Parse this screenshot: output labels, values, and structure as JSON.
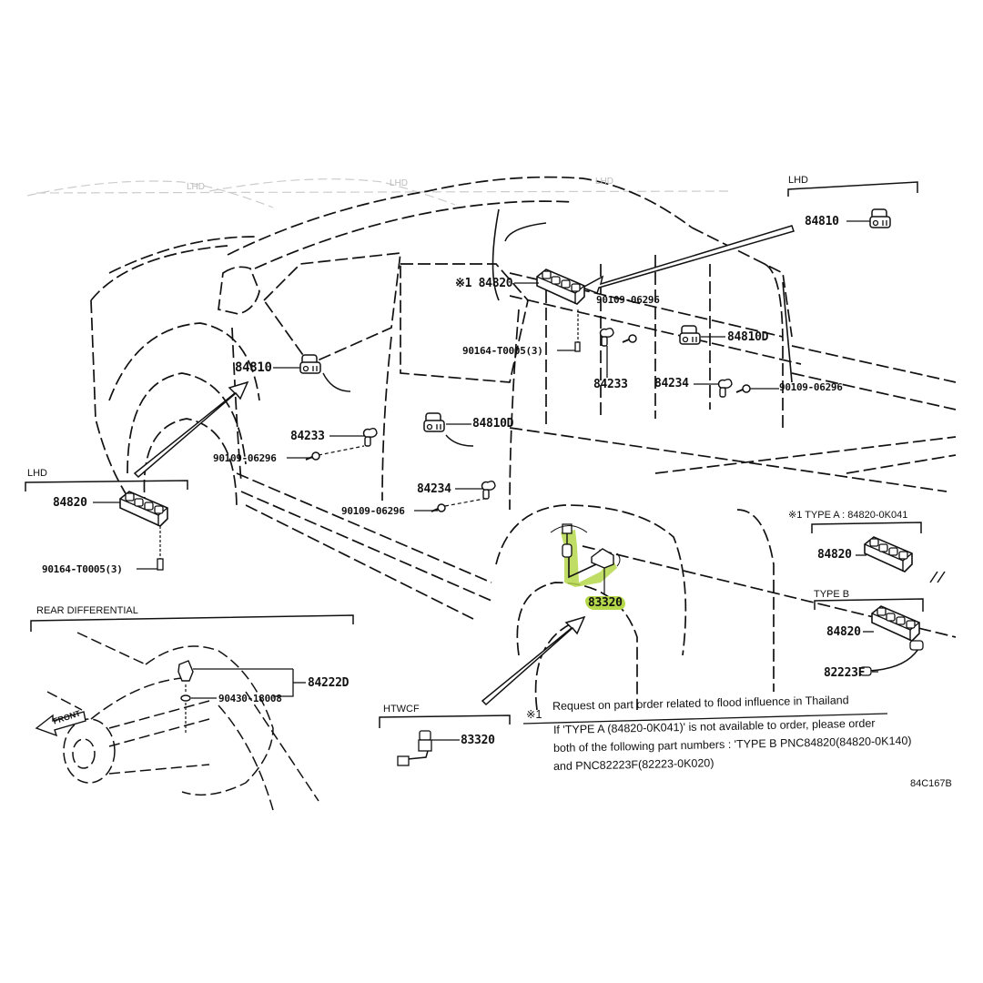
{
  "diagram": {
    "title_code": "84C167B",
    "highlight_color": "#b5d84a",
    "ghost_labels": [
      "LHD",
      "LHD",
      "LHD"
    ],
    "main_labels": {
      "sw_84820_note_mark": "※1",
      "sw_84820": "84820",
      "bolt_90109_upper": "90109-06296",
      "screw_90164_upper": "90164-T0005(3)",
      "sw_84810D_rear_upper": "84810D",
      "hinge_84233_rear": "84233",
      "hinge_84234_rear": "84234",
      "bolt_90109_rear": "90109-06296",
      "sw_84810_front": "84810",
      "sw_84810D_mid": "84810D",
      "hinge_84233_front": "84233",
      "bolt_90109_front": "90109-06296",
      "hinge_84234_front": "84234",
      "bolt_90109_lower": "90109-06296",
      "sensor_83320": "83320"
    },
    "insets": {
      "lhd_top_right": {
        "title": "LHD",
        "part": "84810"
      },
      "lhd_left": {
        "title": "LHD",
        "part": "84820",
        "screw": "90164-T0005(3)"
      },
      "type_a": {
        "title": "※1 TYPE A : 84820-0K041",
        "part": "84820"
      },
      "type_b": {
        "title": "TYPE B",
        "part": "84820",
        "wire": "82223F"
      },
      "rear_diff": {
        "title": "REAR DIFFERENTIAL",
        "part": "84222D",
        "gasket": "90430-18008",
        "arrow_text": "FRONT"
      },
      "htwcf": {
        "title": "HTWCF",
        "part": "83320"
      }
    },
    "footnote": {
      "mark": "※1",
      "heading": "Request on part order related to flood influence in Thailand",
      "lines": [
        "If  'TYPE A (84820-0K041)'  is not available to order, please order",
        "both of the following part numbers : 'TYPE B PNC84820(84820-0K140)",
        "and PNC82223F(82223-0K020)"
      ]
    }
  }
}
